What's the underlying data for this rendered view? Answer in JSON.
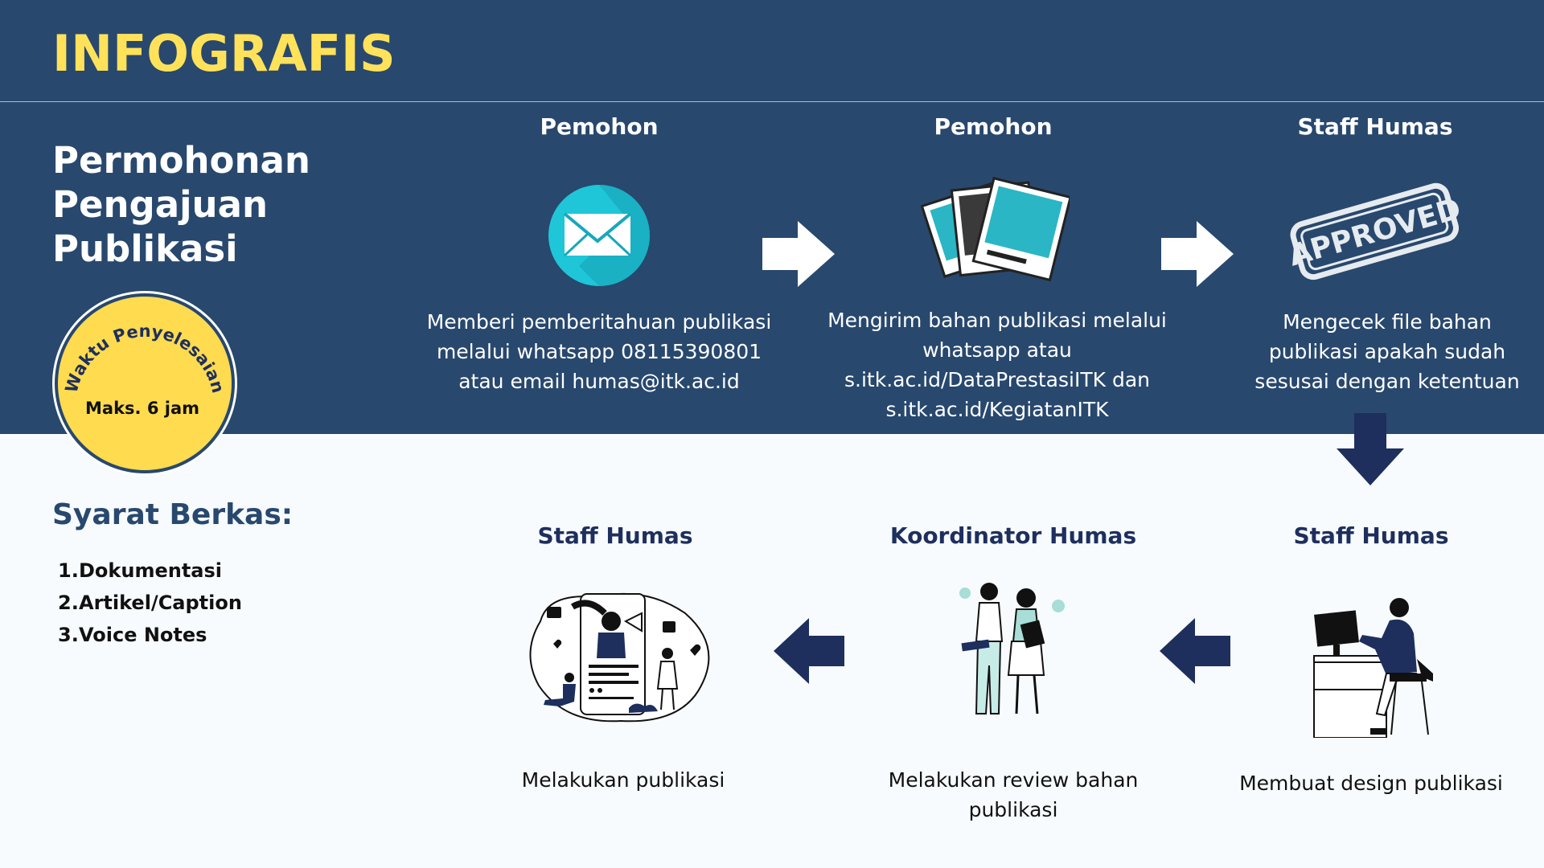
{
  "header": {
    "title": "INFOGRAFIS"
  },
  "main_heading": [
    "Permohonan",
    "Pengajuan",
    "Publikasi"
  ],
  "badge": {
    "arc_text": "Waktu Penyelesaian",
    "value": "Maks. 6 jam"
  },
  "requirements": {
    "title": "Syarat Berkas:",
    "items": [
      {
        "num": "1.",
        "label": "Dokumentasi"
      },
      {
        "num": "2.",
        "label": "Artikel/Caption"
      },
      {
        "num": "3.",
        "label": "Voice Notes"
      }
    ]
  },
  "steps": [
    {
      "role": "Pemohon",
      "icon": "envelope-icon",
      "description": [
        "Memberi pemberitahuan publikasi",
        "melalui whatsapp 08115390801",
        "atau email humas@itk.ac.id"
      ]
    },
    {
      "role": "Pemohon",
      "icon": "photos-icon",
      "description": [
        "Mengirim bahan publikasi  melalui",
        "whatsapp atau",
        "s.itk.ac.id/DataPrestasiITK dan",
        "s.itk.ac.id/KegiatanITK"
      ]
    },
    {
      "role": "Staff Humas",
      "icon": "approved-stamp-icon",
      "stamp_text": "APPROVED",
      "description": [
        "Mengecek file bahan",
        "publikasi apakah sudah",
        "sesusai dengan ketentuan"
      ]
    },
    {
      "role": "Staff Humas",
      "icon": "designer-desk-icon",
      "description": [
        "Membuat design publikasi"
      ]
    },
    {
      "role": "Koordinator Humas",
      "icon": "reviewers-icon",
      "description": [
        "Melakukan review bahan",
        "publikasi"
      ]
    },
    {
      "role": "Staff Humas",
      "icon": "social-media-publish-icon",
      "description": [
        "Melakukan publikasi"
      ]
    }
  ],
  "colors": {
    "band": "#28486e",
    "accent_yellow": "#ffe25a",
    "badge_yellow": "#ffdb4f",
    "arrow_dark": "#1e2f5e",
    "cyan": "#1ec6d8",
    "page_bg": "#f7fbfd"
  }
}
